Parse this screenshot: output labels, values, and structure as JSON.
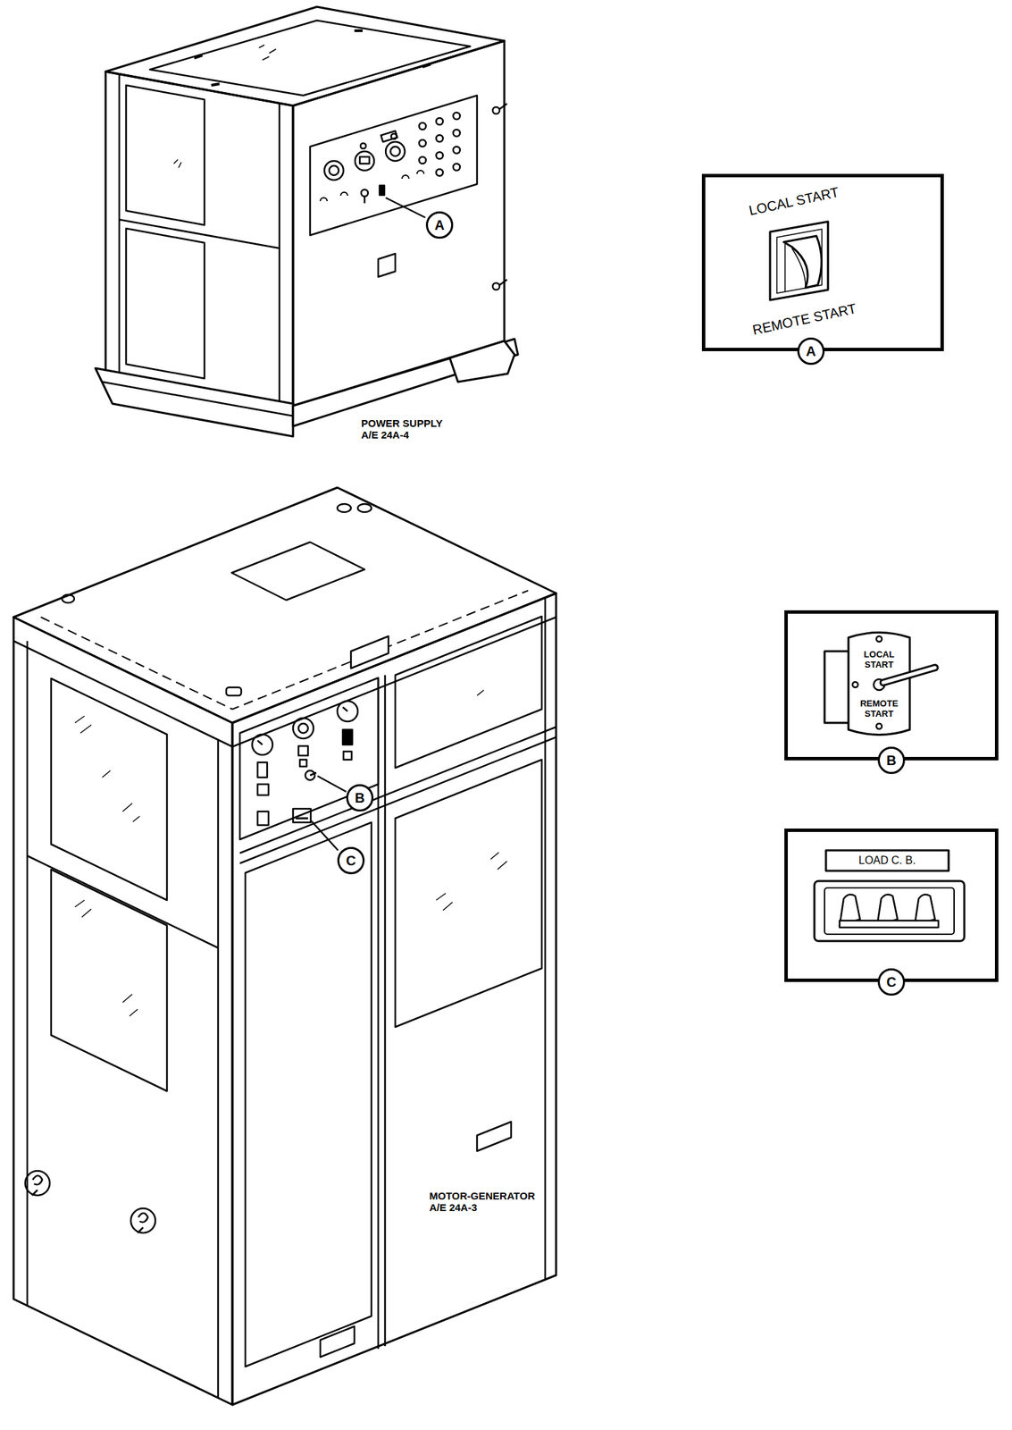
{
  "diagram": {
    "nodes": [
      {
        "text": [
          "LOCAL START",
          "REMOTE START",
          "A"
        ]
      },
      {
        "text": [
          "LOCAL START",
          "REMOTE START",
          "B"
        ]
      },
      {
        "text": [
          "LOAD C. B.",
          "C"
        ]
      }
    ],
    "labels": [
      "POWER SUPPLY A/E 24A-4",
      "A",
      "MOTOR-GENERATOR A/E 24A-3",
      "B",
      "C"
    ]
  }
}
